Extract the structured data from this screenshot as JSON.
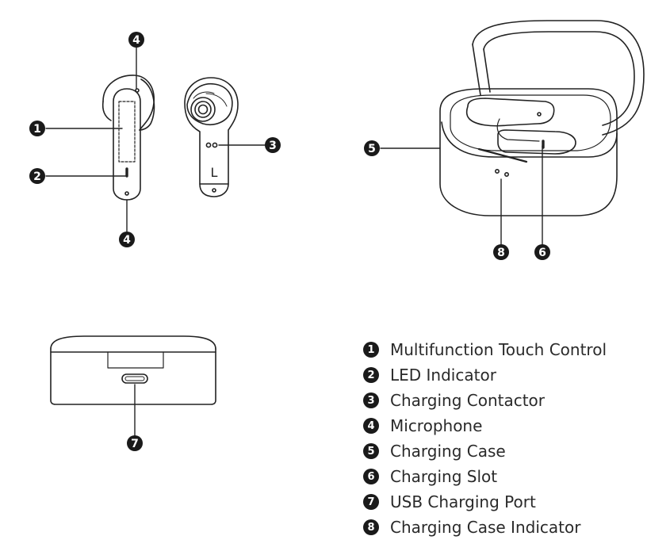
{
  "diagram": {
    "callouts": {
      "earbud_front_touch": "1",
      "earbud_front_led": "2",
      "earbud_back_contactor": "3",
      "earbud_front_mic_top": "4",
      "earbud_front_mic_bottom": "4",
      "case_open": "5",
      "case_slot": "6",
      "case_usb": "7",
      "case_indicator": "8"
    },
    "earbud_side_letter": "L"
  },
  "legend": {
    "items": [
      {
        "num": "1",
        "label": "Multifunction Touch Control"
      },
      {
        "num": "2",
        "label": "LED Indicator"
      },
      {
        "num": "3",
        "label": "Charging Contactor"
      },
      {
        "num": "4",
        "label": "Microphone"
      },
      {
        "num": "5",
        "label": "Charging Case"
      },
      {
        "num": "6",
        "label": "Charging Slot"
      },
      {
        "num": "7",
        "label": "USB Charging Port"
      },
      {
        "num": "8",
        "label": "Charging Case Indicator"
      }
    ]
  }
}
